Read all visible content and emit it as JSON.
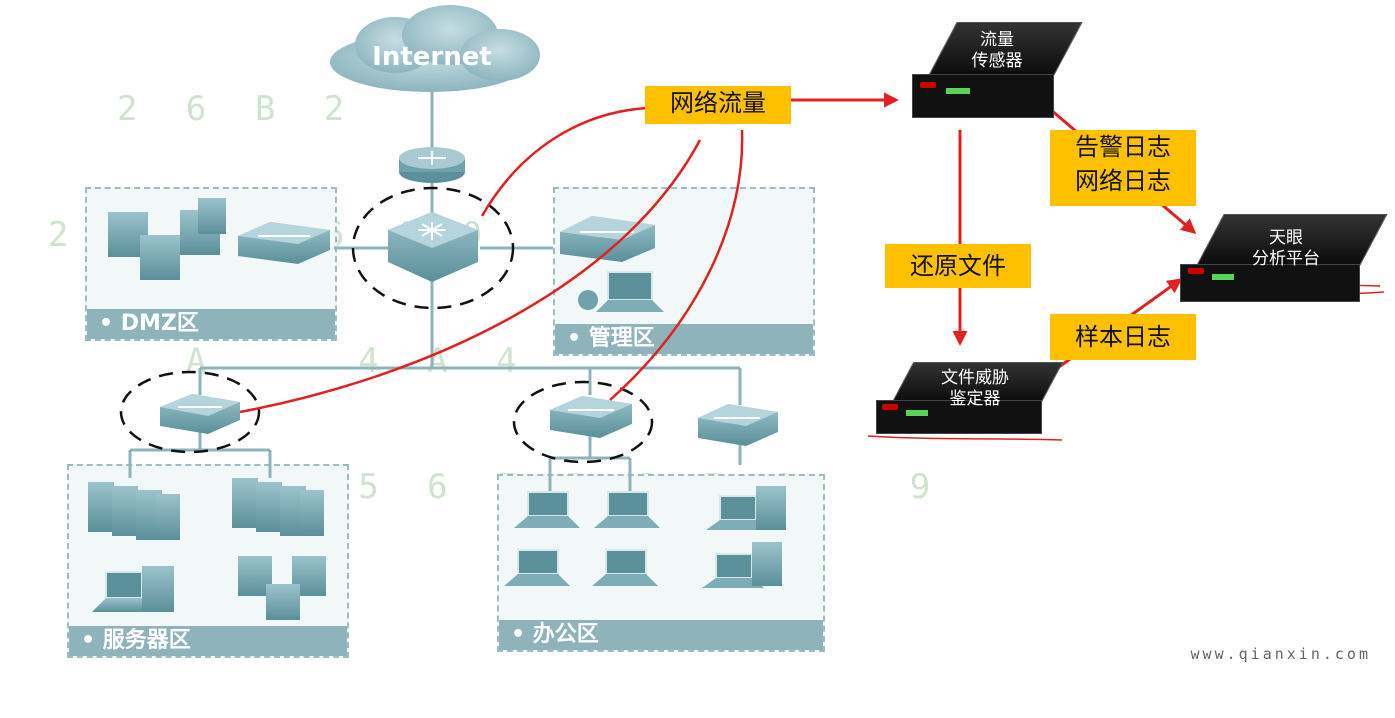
{
  "background_digits": [
    "  2 6 B 2",
    "2 5  3  6 4 0",
    "    A    4 A 4",
    " 2 5 0 9 5 6 F B C 5 6   9",
    "      2 7"
  ],
  "internet": "Internet",
  "zones": {
    "dmz": "• DMZ区",
    "mgmt": "• 管理区",
    "server": "• 服务器区",
    "office": "• 办公区"
  },
  "labels": {
    "traffic": "网络流量",
    "alert_log": "告警日志",
    "network_log": "网络日志",
    "restore_file": "还原文件",
    "sample_log": "样本日志"
  },
  "devices": {
    "sensor": [
      "流量",
      "传感器"
    ],
    "analysis": [
      "天眼",
      "分析平台"
    ],
    "file_threat": [
      "文件威胁",
      "鉴定器"
    ]
  },
  "watermark": "www.qianxin.com",
  "colors": {
    "red": "#e32020",
    "label_bg": "#ffc000",
    "zone_bar": "#8fb3ba",
    "device": "#5e9aa6"
  }
}
